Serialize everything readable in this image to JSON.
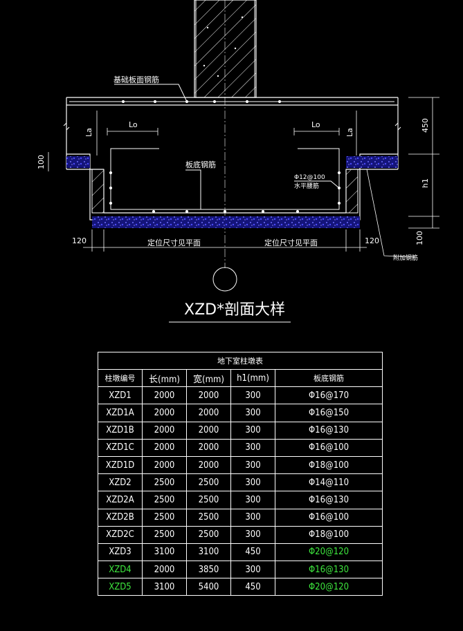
{
  "labels": {
    "top_rebar": "基础板面钢筋",
    "bottom_rebar": "板底钢筋",
    "horiz_rebar_1": "Φ12@100",
    "horiz_rebar_2": "水平腰筋",
    "lo_left": "Lo",
    "lo_right": "Lo",
    "la_left": "La",
    "la_right": "La",
    "dim_450": "450",
    "dim_h1": "h1",
    "dim_100_right": "100",
    "dim_100_left": "100",
    "dim_120_left": "120",
    "dim_120_right": "120",
    "pos_left": "定位尺寸见平面",
    "pos_right": "定位尺寸见平面",
    "waterproof": "附加钢筋"
  },
  "title": "XZD*剖面大样",
  "table": {
    "caption": "地下室柱墩表",
    "headers": [
      "柱墩编号",
      "长(mm)",
      "宽(mm)",
      "h1(mm)",
      "板底钢筋"
    ],
    "rows": [
      {
        "id": "XZD1",
        "len": "2000",
        "wid": "2000",
        "h1": "300",
        "rebar": "Φ16@170",
        "id_color": "#ffffff",
        "rebar_color": "#ffffff"
      },
      {
        "id": "XZD1A",
        "len": "2000",
        "wid": "2000",
        "h1": "300",
        "rebar": "Φ16@150",
        "id_color": "#ffffff",
        "rebar_color": "#ffffff"
      },
      {
        "id": "XZD1B",
        "len": "2000",
        "wid": "2000",
        "h1": "300",
        "rebar": "Φ16@130",
        "id_color": "#ffffff",
        "rebar_color": "#ffffff"
      },
      {
        "id": "XZD1C",
        "len": "2000",
        "wid": "2000",
        "h1": "300",
        "rebar": "Φ16@100",
        "id_color": "#ffffff",
        "rebar_color": "#ffffff"
      },
      {
        "id": "XZD1D",
        "len": "2000",
        "wid": "2000",
        "h1": "300",
        "rebar": "Φ18@100",
        "id_color": "#ffffff",
        "rebar_color": "#ffffff"
      },
      {
        "id": "XZD2",
        "len": "2500",
        "wid": "2500",
        "h1": "300",
        "rebar": "Φ14@110",
        "id_color": "#ffffff",
        "rebar_color": "#ffffff"
      },
      {
        "id": "XZD2A",
        "len": "2500",
        "wid": "2500",
        "h1": "300",
        "rebar": "Φ16@130",
        "id_color": "#ffffff",
        "rebar_color": "#ffffff"
      },
      {
        "id": "XZD2B",
        "len": "2500",
        "wid": "2500",
        "h1": "300",
        "rebar": "Φ16@100",
        "id_color": "#ffffff",
        "rebar_color": "#ffffff"
      },
      {
        "id": "XZD2C",
        "len": "2500",
        "wid": "2500",
        "h1": "300",
        "rebar": "Φ18@100",
        "id_color": "#ffffff",
        "rebar_color": "#ffffff"
      },
      {
        "id": "XZD3",
        "len": "3100",
        "wid": "3100",
        "h1": "450",
        "rebar": "Φ20@120",
        "id_color": "#ffffff",
        "rebar_color": "#3ee83e"
      },
      {
        "id": "XZD4",
        "len": "2000",
        "wid": "3850",
        "h1": "300",
        "rebar": "Φ16@130",
        "id_color": "#3ee83e",
        "rebar_color": "#3ee83e"
      },
      {
        "id": "XZD5",
        "len": "3100",
        "wid": "5400",
        "h1": "450",
        "rebar": "Φ20@120",
        "id_color": "#3ee83e",
        "rebar_color": "#3ee83e"
      }
    ]
  }
}
